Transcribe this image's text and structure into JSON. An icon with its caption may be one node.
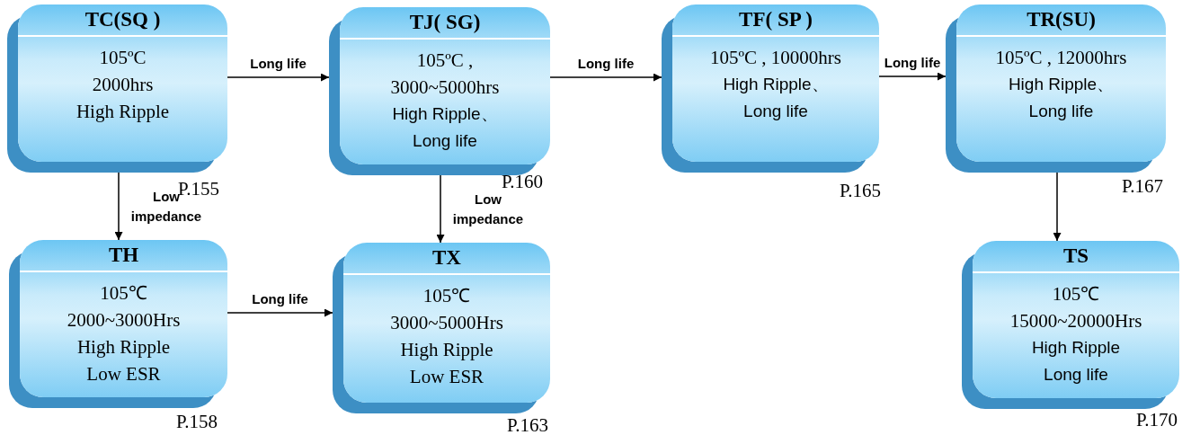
{
  "diagram": {
    "nodes": [
      {
        "text": [
          "TC(SQ )",
          "105ºC",
          "2000hrs",
          "High Ripple"
        ],
        "beside": [
          "P.155"
        ]
      },
      {
        "text": [
          "TJ( SG)",
          "105ºC ,",
          "3000~5000hrs",
          "High Ripple、",
          "Long life"
        ],
        "beside": [
          "P.160"
        ]
      },
      {
        "text": [
          "TF( SP )",
          "105ºC , 10000hrs",
          "High Ripple、",
          "Long life"
        ],
        "beside": [
          "P.165"
        ]
      },
      {
        "text": [
          "TR(SU)",
          "105ºC , 12000hrs",
          "High Ripple、",
          "Long life"
        ],
        "beside": [
          "P.167"
        ]
      },
      {
        "text": [
          "TH",
          "105℃",
          "2000~3000Hrs",
          "High Ripple",
          "Low ESR"
        ],
        "beside": [
          "P.158"
        ]
      },
      {
        "text": [
          "TX",
          "105℃",
          "3000~5000Hrs",
          "High Ripple",
          "Low ESR"
        ],
        "beside": [
          "P.163"
        ]
      },
      {
        "text": [
          "TS",
          "105℃",
          "15000~20000Hrs",
          "High Ripple",
          "Long life"
        ],
        "beside": [
          "P.170"
        ]
      }
    ],
    "edges": [
      {
        "from": 0,
        "to": 1,
        "arrow": "to",
        "label": "Long life"
      },
      {
        "from": 1,
        "to": 2,
        "arrow": "to",
        "label": "Long life"
      },
      {
        "from": 2,
        "to": 3,
        "arrow": "to",
        "label": "Long life"
      },
      {
        "from": 0,
        "to": 4,
        "arrow": "to",
        "label": "Low impedance"
      },
      {
        "from": 1,
        "to": 5,
        "arrow": "to",
        "label": "Low impedance"
      },
      {
        "from": 4,
        "to": 5,
        "arrow": "to",
        "label": "Long life"
      },
      {
        "from": 3,
        "to": 6,
        "arrow": "to"
      }
    ]
  }
}
